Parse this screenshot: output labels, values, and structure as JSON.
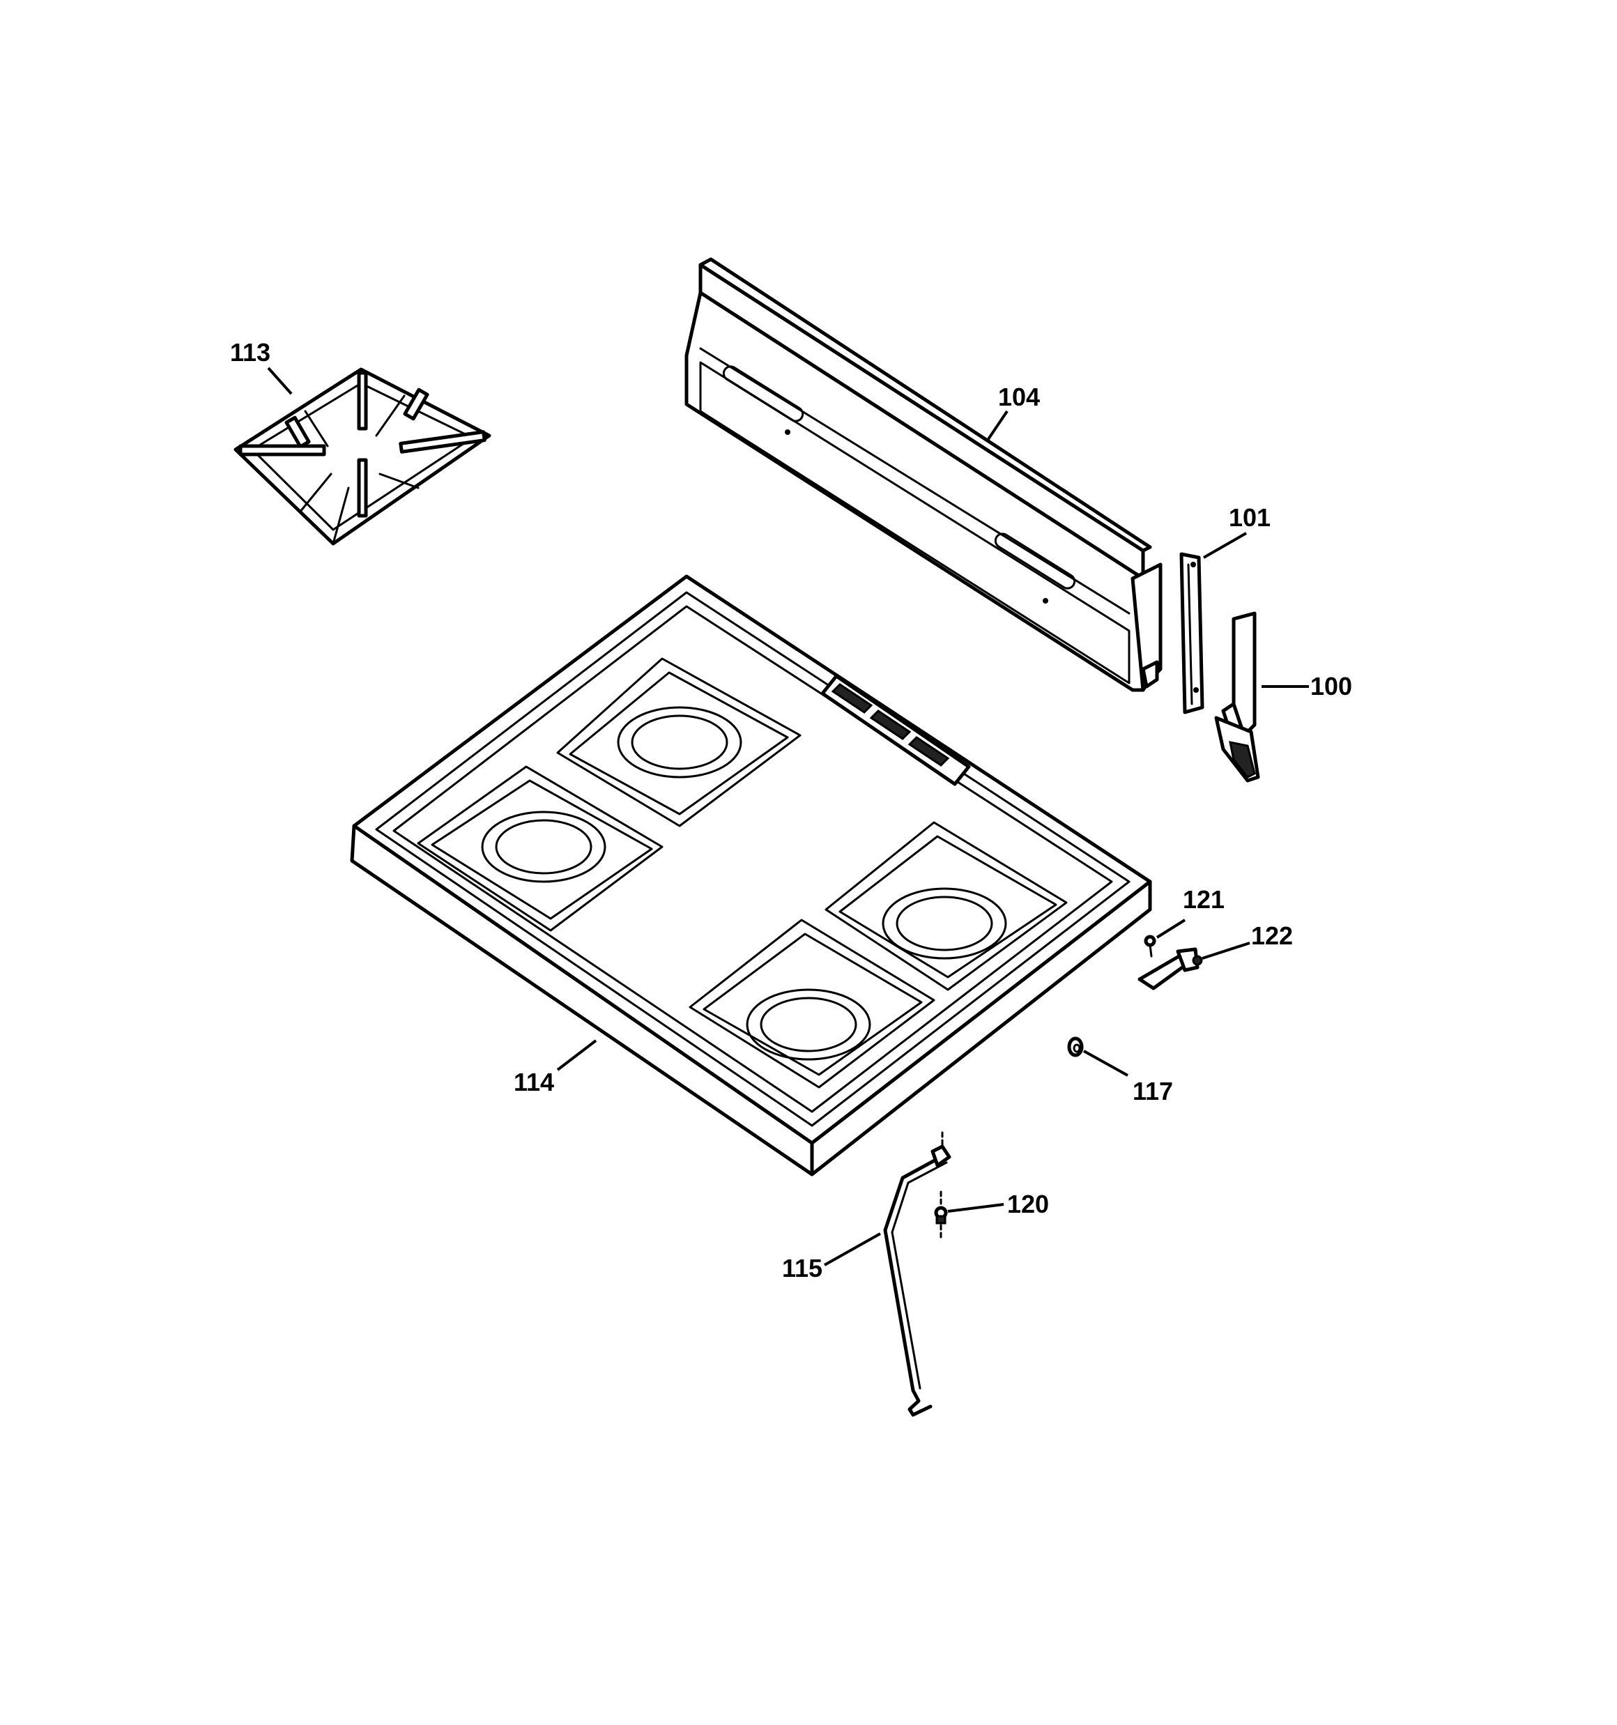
{
  "diagram": {
    "colors": {
      "line": "#000000",
      "background": "#ffffff"
    },
    "parts": [
      {
        "id": "grate",
        "callout": "113"
      },
      {
        "id": "backsplash",
        "callout": "104"
      },
      {
        "id": "end-cap-bracket",
        "callout": "101"
      },
      {
        "id": "end-cap",
        "callout": "100"
      },
      {
        "id": "cooktop",
        "callout": "114"
      },
      {
        "id": "screw",
        "callout": "121"
      },
      {
        "id": "hinge-clip",
        "callout": "122"
      },
      {
        "id": "nut",
        "callout": "117"
      },
      {
        "id": "support-rod",
        "callout": "115"
      },
      {
        "id": "fastener",
        "callout": "120"
      }
    ]
  }
}
